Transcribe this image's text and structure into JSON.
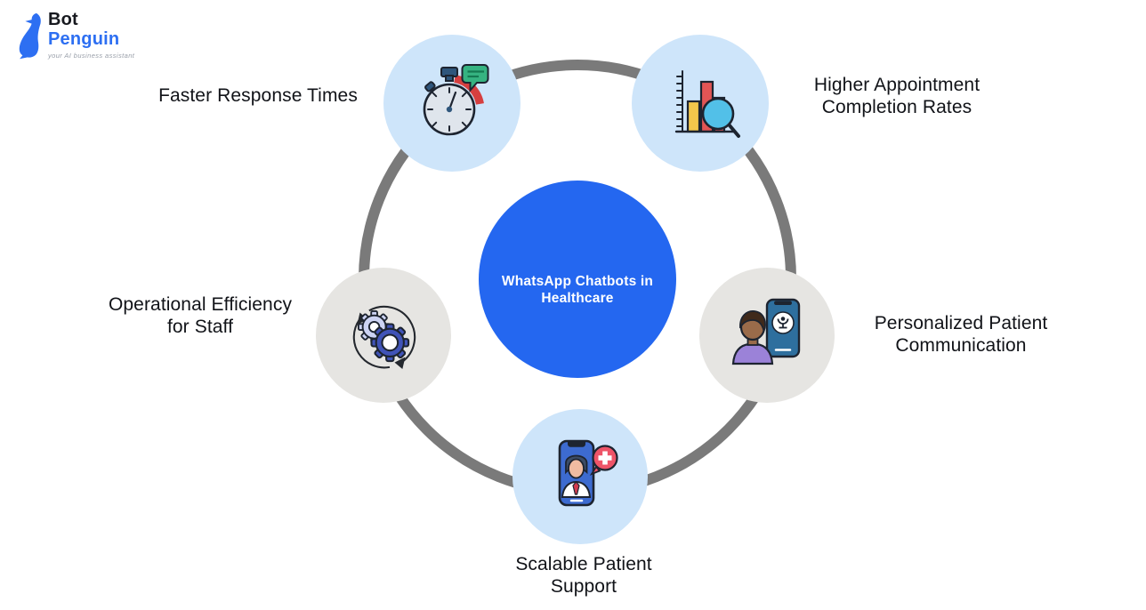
{
  "logo": {
    "brand_top": "Bot",
    "brand_bottom": "Penguin",
    "tagline": "your AI business assistant",
    "icon": "penguin-icon"
  },
  "center": {
    "label": "WhatsApp Chatbots in\nHealthcare"
  },
  "nodes": [
    {
      "label": "Faster Response Times",
      "icon": "stopwatch-chat-icon",
      "circle_color": "#CEE5FA",
      "position": "top-left"
    },
    {
      "label": "Higher Appointment\nCompletion Rates",
      "icon": "bar-chart-magnifier-icon",
      "circle_color": "#CEE5FA",
      "position": "top-right"
    },
    {
      "label": "Personalized Patient\nCommunication",
      "icon": "person-phone-icon",
      "circle_color": "#E6E5E2",
      "position": "right"
    },
    {
      "label": "Scalable Patient\nSupport",
      "icon": "phone-doctor-cross-icon",
      "circle_color": "#CEE5FA",
      "position": "bottom"
    },
    {
      "label": "Operational Efficiency\nfor Staff",
      "icon": "gears-sync-icon",
      "circle_color": "#E6E5E2",
      "position": "left"
    }
  ],
  "colors": {
    "center_blue": "#2467F0",
    "node_light_blue": "#CEE5FA",
    "node_gray": "#E6E5E2",
    "ring_gray": "#7A7A7A",
    "logo_blue": "#2D6FF2",
    "logo_dark": "#17191F",
    "label_text": "#111318"
  }
}
